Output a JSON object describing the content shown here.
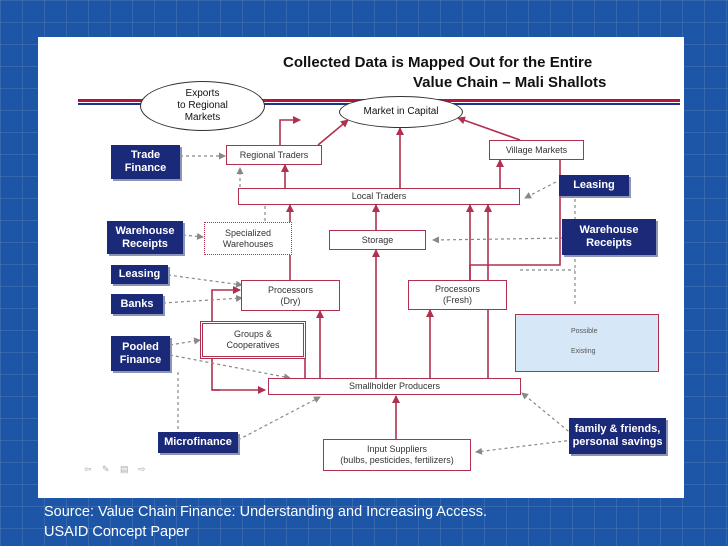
{
  "title": {
    "line1": "Collected Data is Mapped Out for the Entire",
    "line2": "Value Chain – Mali Shallots"
  },
  "nodes": {
    "exports": "Exports\nto Regional\nMarkets",
    "market_capital": "Market in Capital",
    "regional_traders": "Regional Traders",
    "village_markets": "Village Markets",
    "local_traders": "Local Traders",
    "specialized_warehouses": "Specialized\nWarehouses",
    "storage": "Storage",
    "processors_dry": "Processors\n(Dry)",
    "processors_fresh": "Processors\n(Fresh)",
    "groups_cooperatives": "Groups &\nCooperatives",
    "smallholder_producers": "Smallholder Producers",
    "input_suppliers": "Input Suppliers\n(bulbs, pesticides, fertilizers)"
  },
  "finance": {
    "trade_finance": "Trade\nFinance",
    "warehouse_receipts_left": "Warehouse\nReceipts",
    "leasing_left": "Leasing",
    "banks": "Banks",
    "pooled_finance": "Pooled\nFinance",
    "microfinance": "Microfinance",
    "leasing_right": "Leasing",
    "warehouse_receipts_right": "Warehouse\nReceipts",
    "family_friends": "family & friends,\npersonal savings"
  },
  "legend": {
    "possible": "Possible",
    "existing": "Existing"
  },
  "source": {
    "line1": "Source: Value Chain Finance: Understanding and Increasing Access.",
    "line2": "USAID Concept Paper"
  },
  "colors": {
    "background": "#1d56a6",
    "finance_box": "#1b2a78",
    "node_border": "#b0304f",
    "legend_fill": "#d6e7f8"
  }
}
